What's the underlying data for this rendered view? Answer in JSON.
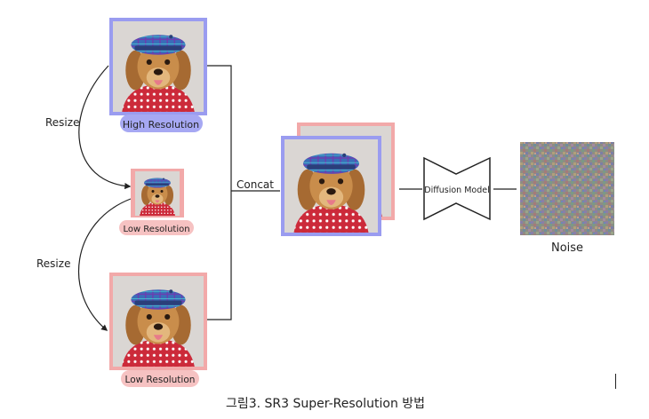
{
  "labels": {
    "high_res": "High Resolution",
    "low_res_small": "Low Resolution",
    "low_res_large": "Low Resolution",
    "resize_top": "Resize",
    "resize_bottom": "Resize",
    "concat": "Concat",
    "diffusion_model": "Diffusion Model",
    "noise": "Noise"
  },
  "caption": "그림3. SR3 Super-Resolution 방법",
  "colors": {
    "high_res_accent": "#9a9cf0",
    "high_res_frame": "#7f84e6",
    "low_res_accent": "#f4b8b8",
    "low_res_frame": "#ef9d9d",
    "stroke": "#222222",
    "photo_bg": "#dad6d3",
    "dog_fur": "#c98d4b",
    "beret": "#3568b3",
    "shirt": "#cc2a3a"
  }
}
